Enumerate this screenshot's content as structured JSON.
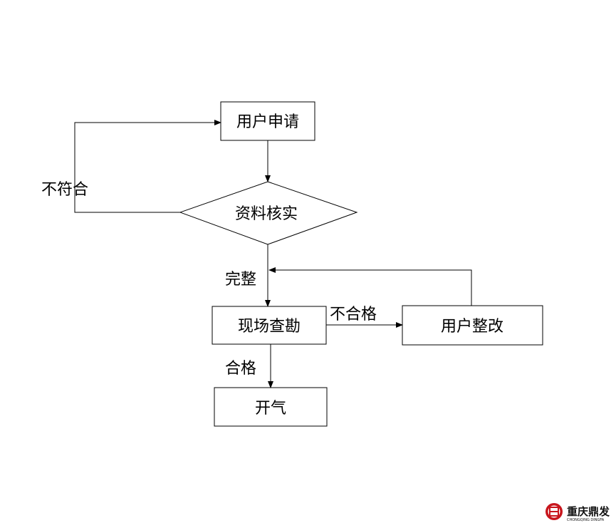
{
  "nodes": {
    "apply": "用户申请",
    "verify": "资料核实",
    "survey": "现场查勘",
    "rectify": "用户整改",
    "gas_on": "开气"
  },
  "edges": {
    "not_compliant": "不符合",
    "complete": "完整",
    "unqualified": "不合格",
    "qualified": "合格"
  },
  "logo": {
    "name": "重庆鼎发",
    "subtitle": "CHONGQING DINGFA",
    "color": "#c8161d"
  }
}
